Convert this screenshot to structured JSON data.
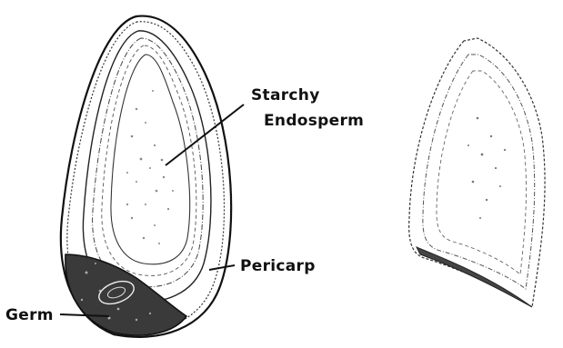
{
  "labels": {
    "starchy_line1": "Starchy",
    "starchy_line2": "Endosperm",
    "pericarp": "Pericarp",
    "germ": "Germ"
  }
}
